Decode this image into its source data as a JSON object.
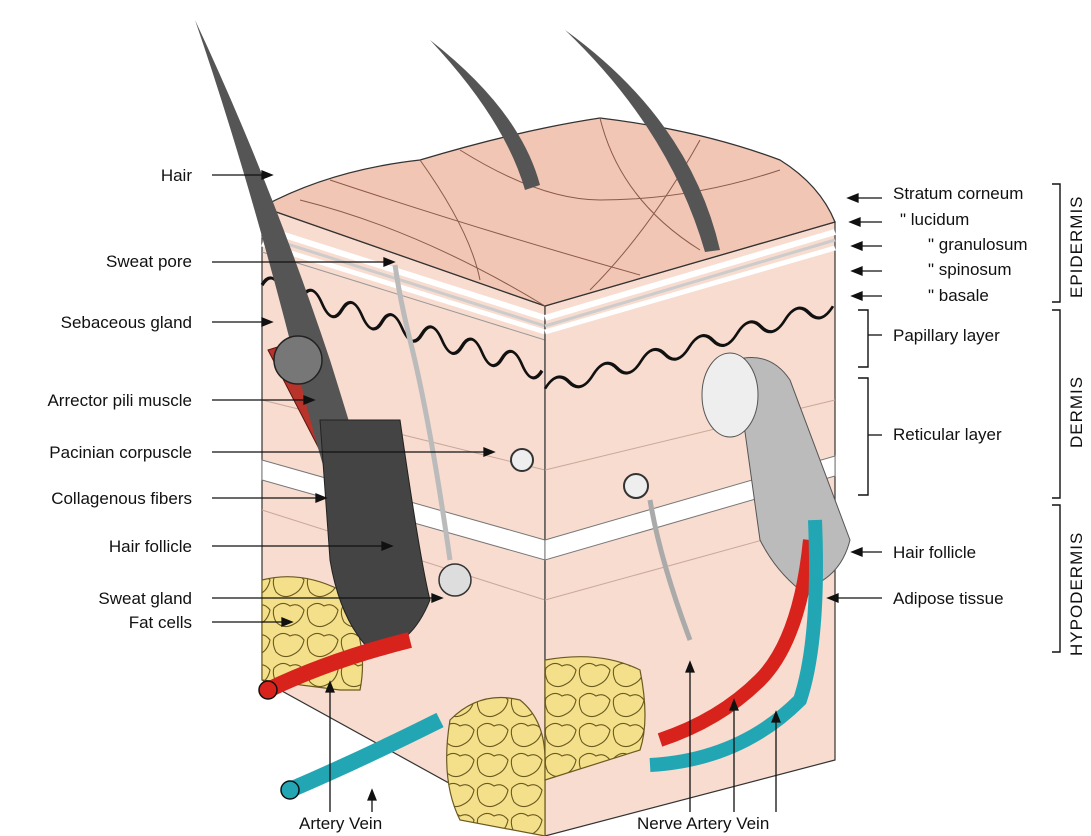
{
  "left_labels": {
    "hair": "Hair",
    "sweat_pore": "Sweat pore",
    "sebaceous_gland": "Sebaceous gland",
    "arrector_pili_muscle": "Arrector pili muscle",
    "pacinian_corpuscle": "Pacinian corpuscle",
    "collagenous_fibers": "Collagenous fibers",
    "hair_follicle": "Hair follicle",
    "sweat_gland": "Sweat gland",
    "fat_cells": "Fat cells"
  },
  "right_labels": {
    "stratum_corneum": "Stratum corneum",
    "lucidum": "\"  lucidum",
    "granulosum": "\"  granulosum",
    "spinosum": "\"  spinosum",
    "basale": "\"  basale",
    "papillary_layer": "Papillary layer",
    "reticular_layer": "Reticular layer",
    "hair_follicle": "Hair follicle",
    "adipose_tissue": "Adipose tissue"
  },
  "layer_groups": {
    "epidermis": "EPIDERMIS",
    "dermis": "DERMIS",
    "hypodermis": "HYPODERMIS"
  },
  "bottom_labels": {
    "left_vessels": "Artery Vein",
    "right_vessels": "Nerve Artery Vein"
  },
  "colors": {
    "skin_surface": "#f2c6b4",
    "dermis": "#f6d6c8",
    "artery": "#d8231c",
    "vein": "#23a6b4",
    "fat": "#f4e08a",
    "hair": "#555555",
    "muscle": "#b8332a"
  }
}
